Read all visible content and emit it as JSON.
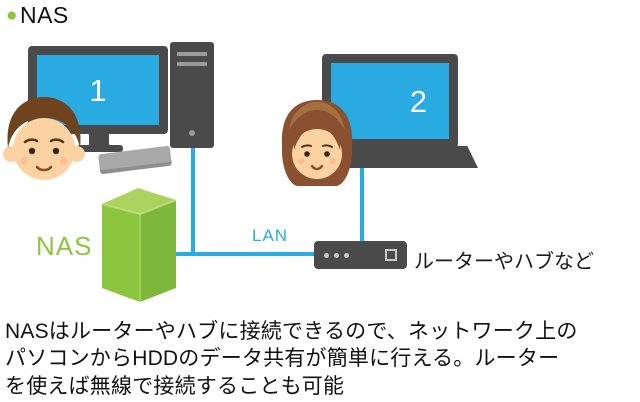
{
  "colors": {
    "accent_blue": "#29abe2",
    "brand_green": "#8cc63f",
    "device_gray": "#4a4a4a"
  },
  "title": {
    "bullet": "●",
    "text": "NAS"
  },
  "diagram": {
    "pc1": {
      "number": "1"
    },
    "pc2": {
      "number": "2"
    },
    "nas": {
      "label": "NAS"
    },
    "lan": {
      "label": "LAN"
    },
    "router": {
      "label": "ルーターやハブなど"
    }
  },
  "caption": {
    "lines": [
      "NASはルーターやハブに接続できるので、ネットワーク上の",
      "パソコンからHDDのデータ共有が簡単に行える。ルーター",
      "を使えば無線で接続することも可能"
    ]
  }
}
